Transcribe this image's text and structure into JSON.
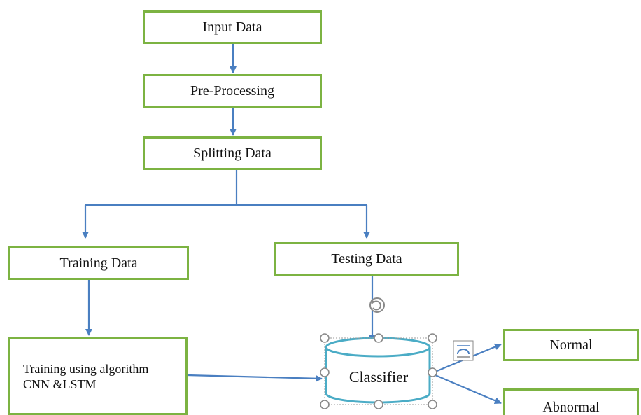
{
  "nodes": {
    "input": "Input Data",
    "preprocessing": "Pre-Processing",
    "splitting": "Splitting Data",
    "training": "Training Data",
    "testing": "Testing Data",
    "algorithm_line1": "Training using algorithm",
    "algorithm_line2": "CNN &LSTM",
    "classifier": "Classifier",
    "normal": "Normal",
    "abnormal": "Abnormal"
  },
  "colors": {
    "box_border": "#7cb342",
    "arrow": "#4a7fc1",
    "classifier_stroke": "#4bacc6",
    "handle": "#8a8a8a"
  },
  "icons": {
    "rotate": "rotate-handle-icon",
    "layout": "layout-options-icon"
  }
}
